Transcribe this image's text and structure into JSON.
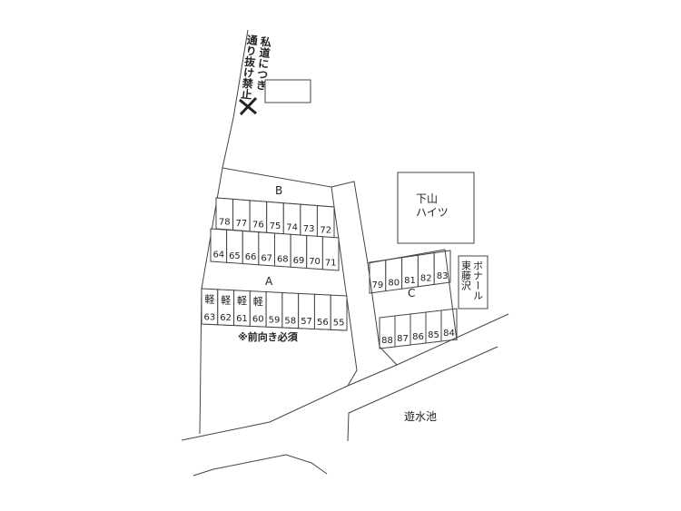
{
  "map": {
    "private_road_notice": [
      "私道につき",
      "通り抜け禁止"
    ],
    "no_entry_mark": "×",
    "building_shimoyama": [
      "下山",
      "ハイツ"
    ],
    "building_bonaru": [
      "ボナール",
      "東藤沢"
    ],
    "retention_pond": "遊水池",
    "front_parking_notice": "※前向き必須",
    "lot_labels": {
      "A": "A",
      "B": "B",
      "C": "C"
    },
    "kei_label": "軽",
    "rows": {
      "b_upper": [
        "78",
        "77",
        "76",
        "75",
        "74",
        "73",
        "72"
      ],
      "b_lower": [
        "64",
        "65",
        "66",
        "67",
        "68",
        "69",
        "70",
        "71"
      ],
      "a": [
        "63",
        "62",
        "61",
        "60",
        "59",
        "58",
        "57",
        "56",
        "55"
      ],
      "a_kei_count": 4,
      "c_upper": [
        "79",
        "80",
        "81",
        "82",
        "83"
      ],
      "c_lower": [
        "88",
        "87",
        "86",
        "85",
        "84"
      ]
    }
  }
}
